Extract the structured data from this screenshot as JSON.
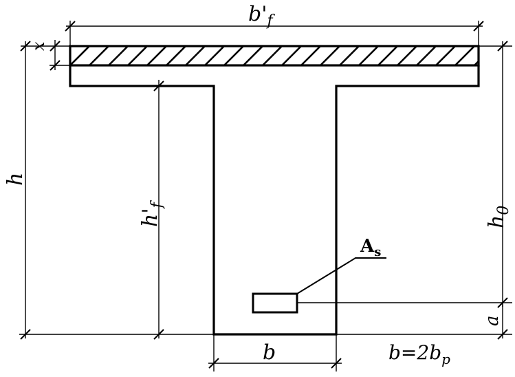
{
  "labels": {
    "flange_width": "b'",
    "flange_width_sub": "f",
    "compression_depth": "x",
    "total_height": "h",
    "flange_height": "h'",
    "flange_height_sub": "f",
    "effective_depth": "h",
    "effective_depth_sub": "0",
    "steel_area": "A",
    "steel_area_sub": "s",
    "cover": "a",
    "web_width": "b",
    "formula_main": "b=2b",
    "formula_sub": "p"
  }
}
